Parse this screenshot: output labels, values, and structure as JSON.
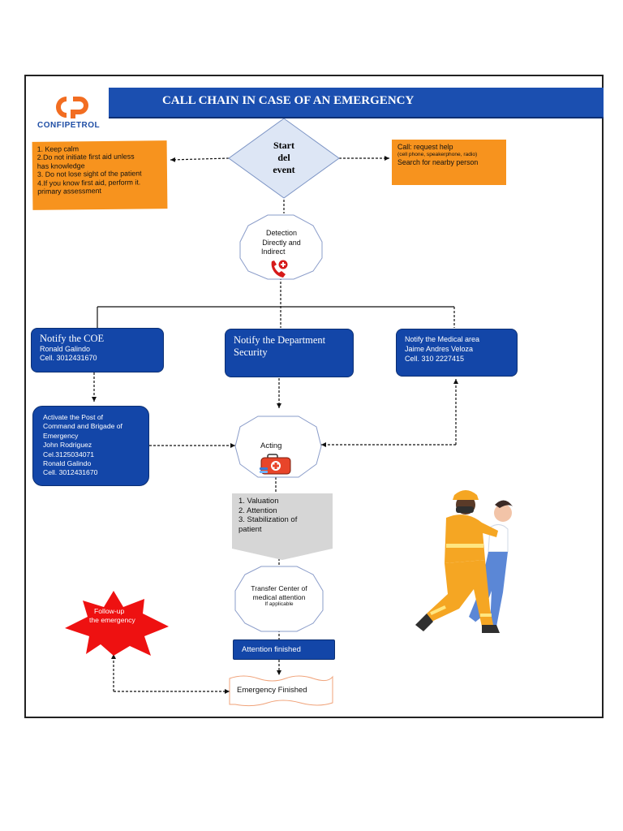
{
  "title": "CALL CHAIN IN CASE OF AN EMERGENCY",
  "logo": {
    "name": "CONFIPETROL"
  },
  "start": {
    "lines": [
      "Start",
      "del",
      "event"
    ]
  },
  "left_note": {
    "lines": [
      "1. Keep calm",
      "2.Do not initiate first aid unless",
      "has knowledge",
      "3. Do not lose sight of the patient",
      "4.If you know first aid, perform it.",
      "primary assessment"
    ]
  },
  "right_note": {
    "line1": "Call: request help",
    "line2": "(cell phone, speakerphone, radio)",
    "line3": "Search for nearby person"
  },
  "detection": {
    "lines": [
      "Detection",
      "Directly and",
      "Indirect"
    ],
    "icon": "phone-emergency-icon"
  },
  "coe": {
    "title": "Notify the COE",
    "name": "Ronald Galindo",
    "cell": "Cell. 3012431670"
  },
  "security": {
    "lines": [
      "Notify the Department",
      "Security"
    ]
  },
  "medical": {
    "lines": [
      "Notify the Medical area",
      "Jaime Andres Veloza",
      "Cell. 310 2227415"
    ]
  },
  "post": {
    "lines": [
      "Activate the Post of",
      "Command and Brigade of",
      "Emergency",
      "John Rodriguez",
      "Cel.3125034071",
      "Ronald Galindo",
      "Cell. 3012431670"
    ]
  },
  "acting": {
    "label": "Acting",
    "icon": "first-aid-kit-icon"
  },
  "steps": {
    "lines": [
      "1.  Valuation",
      "2. Attention",
      "3. Stabilization of",
      "patient"
    ]
  },
  "transfer": {
    "line1": "Transfer Center of",
    "line2": "medical attention",
    "line3": "If applicable"
  },
  "attention_finished": "Attention finished",
  "emergency_finished": "Emergency Finished",
  "followup": {
    "lines": [
      "Follow-up",
      "the emergency"
    ]
  },
  "illustration": "firefighter-helping-person",
  "colors": {
    "banner": "#1b4fb0",
    "box": "#1346a8",
    "note": "#f7931e",
    "diamond": "#dde6f5",
    "star": "#ee1111",
    "step": "#d6d6d6"
  }
}
